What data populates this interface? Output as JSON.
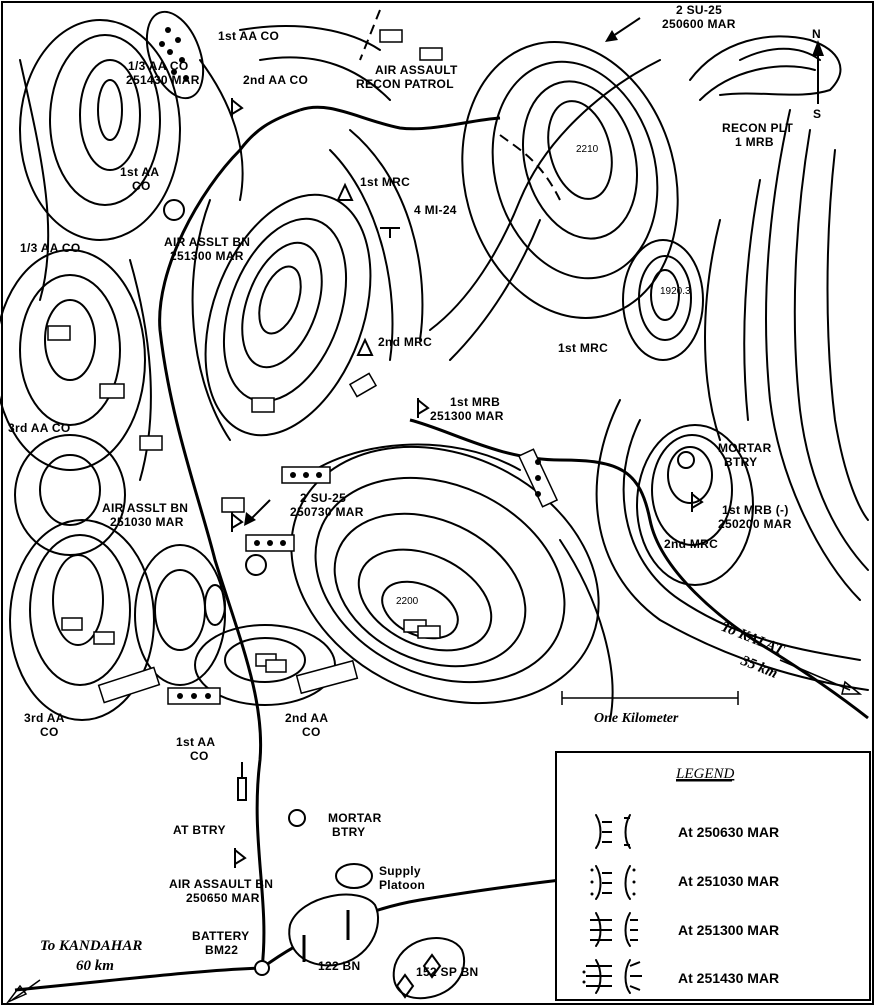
{
  "labels": {
    "aa_co_top": "1st AA CO",
    "su25_ne_title": "2 SU-25",
    "su25_ne_time": "250600 MAR",
    "air_assault_recon_1": "AIR ASSAULT",
    "air_assault_recon_2": "RECON PATROL",
    "aa13_nw_1": "1/3 AA CO",
    "aa13_nw_2": "251430 MAR",
    "aa2_top": "2nd AA CO",
    "recon_plt_1": "RECON PLT",
    "recon_plt_2": "1 MRB",
    "aa1_nw_1": "1st AA",
    "aa1_nw_2": "CO",
    "mrc1_top": "1st MRC",
    "mi24": "4 MI-24",
    "aa13_w": "1/3 AA CO",
    "air_asslt_bn_1_1": "AIR ASSLT BN",
    "air_asslt_bn_1_2": "251300 MAR",
    "mrc1_east": "1st MRC",
    "mrc2_center": "2nd MRC",
    "mrb1_center_1": "1st MRB",
    "mrb1_center_2": "251300 MAR",
    "aa3_w": "3rd AA CO",
    "mortar_e_1": "MORTAR",
    "mortar_e_2": "BTRY",
    "air_asslt_bn_2_1": "AIR ASSLT BN",
    "air_asslt_bn_2_2": "251030 MAR",
    "su25_c_1": "2 SU-25",
    "su25_c_2": "250730 MAR",
    "mrb1_minus_1": "1st MRB (-)",
    "mrb1_minus_2": "250200 MAR",
    "mrc2_east": "2nd MRC",
    "aa3_sw_1": "3rd AA",
    "aa3_sw_2": "CO",
    "aa1_s_1": "1st AA",
    "aa1_s_2": "CO",
    "aa2_s_1": "2nd AA",
    "aa2_s_2": "CO",
    "at_btry": "AT BTRY",
    "mortar_s_1": "MORTAR",
    "mortar_s_2": "BTRY",
    "air_assault_bn_s_1": "AIR ASSAULT BN",
    "air_assault_bn_s_2": "250650 MAR",
    "supply_1": "Supply",
    "supply_2": "Platoon",
    "battery_1": "BATTERY",
    "battery_2": "BM22",
    "bn122": "122 BN",
    "sp152": "152 SP BN",
    "compass_n": "N",
    "compass_s": "S"
  },
  "elevations": {
    "e2210": "2210",
    "e1920": "1920.3",
    "e2200": "2200"
  },
  "directions": {
    "kalat_1": "To KALAT",
    "kalat_2": "35 km",
    "kandahar_1": "To KANDAHAR",
    "kandahar_2": "60 km"
  },
  "scale": {
    "label": "One Kilometer"
  },
  "legend": {
    "title": "LEGEND",
    "entries": [
      {
        "label": "At 250630 MAR"
      },
      {
        "label": "At 251030 MAR"
      },
      {
        "label": "At 251300 MAR"
      },
      {
        "label": "At 251430 MAR"
      }
    ]
  }
}
